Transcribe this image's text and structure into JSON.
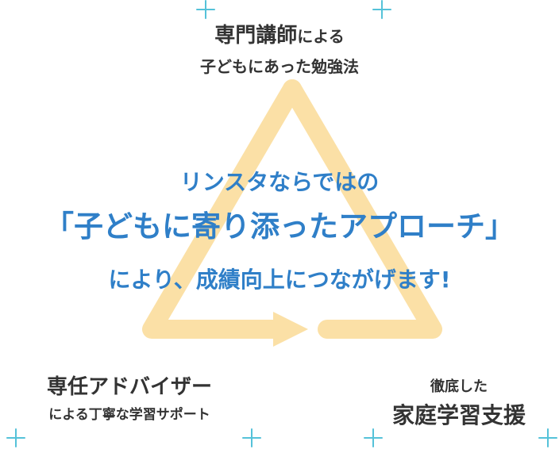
{
  "top_label": {
    "line1_strong": "専門講師",
    "line1_rest": "による",
    "line2": "子どもにあった勉強法"
  },
  "left_label": {
    "line1": "専任アドバイザー",
    "line2": "による丁寧な学習サポート"
  },
  "right_label": {
    "line1": "徹底した",
    "line2": "家庭学習支援"
  },
  "center": {
    "line1": "リンスタならではの",
    "line2": "「子どもに寄り添ったアプローチ」",
    "line3": "により、成績向上につながげます!"
  },
  "colors": {
    "accent": "#2f7fc8",
    "triangle": "#fbe0a6",
    "text": "#333333",
    "spark": "#55c2d9"
  }
}
